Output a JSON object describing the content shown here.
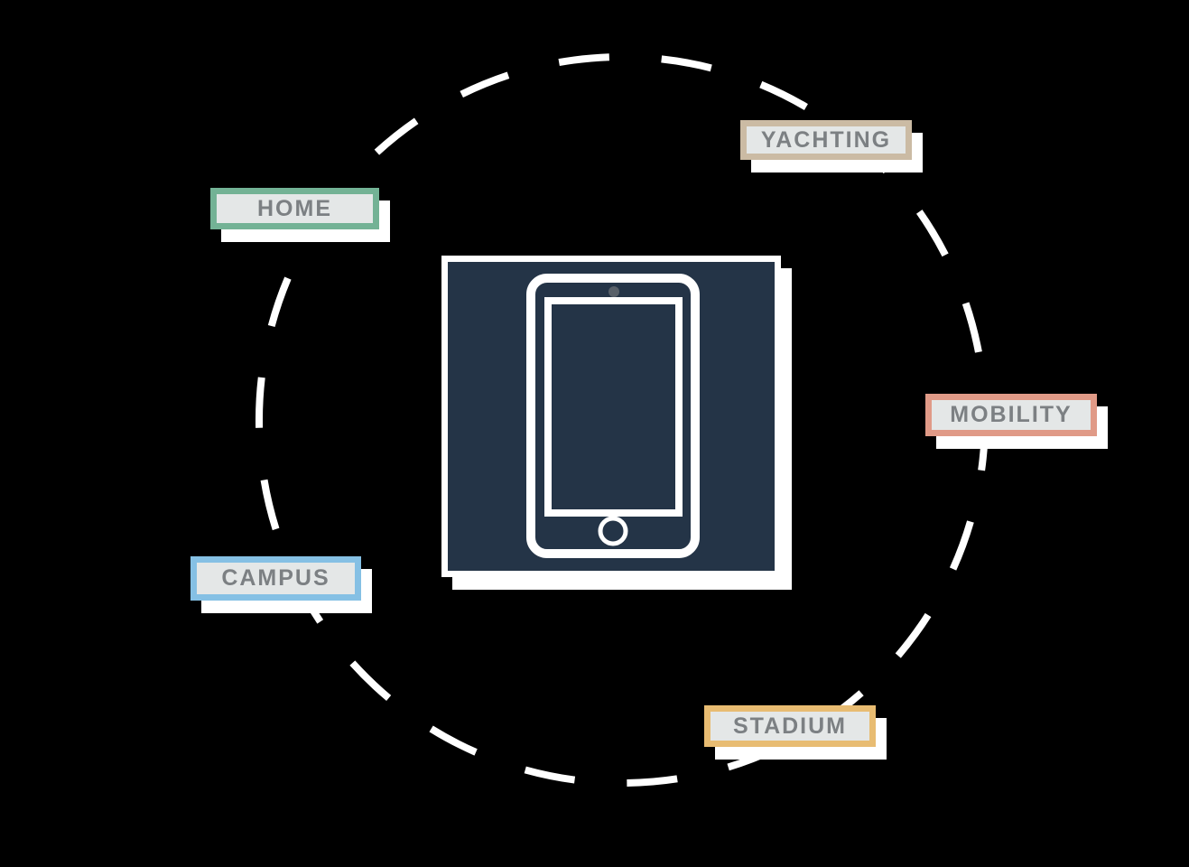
{
  "diagram": {
    "background_color": "#000000",
    "orbit": {
      "color": "#ffffff",
      "style": "dashed"
    },
    "center": {
      "icon": "tablet-icon",
      "background_color": "#243447",
      "icon_stroke_color": "#ffffff",
      "camera_dot_color": "#586069"
    },
    "label_style": {
      "background_color": "#e4e7e7",
      "text_color": "#7c8083",
      "shadow_color": "#ffffff"
    },
    "labels": [
      {
        "id": "home",
        "label": "HOME",
        "border_color": "#73b295"
      },
      {
        "id": "yachting",
        "label": "YACHTING",
        "border_color": "#cbbba4"
      },
      {
        "id": "mobility",
        "label": "MOBILITY",
        "border_color": "#e09a87"
      },
      {
        "id": "campus",
        "label": "CAMPUS",
        "border_color": "#85c0e4"
      },
      {
        "id": "stadium",
        "label": "STADIUM",
        "border_color": "#e8bc72"
      }
    ]
  }
}
